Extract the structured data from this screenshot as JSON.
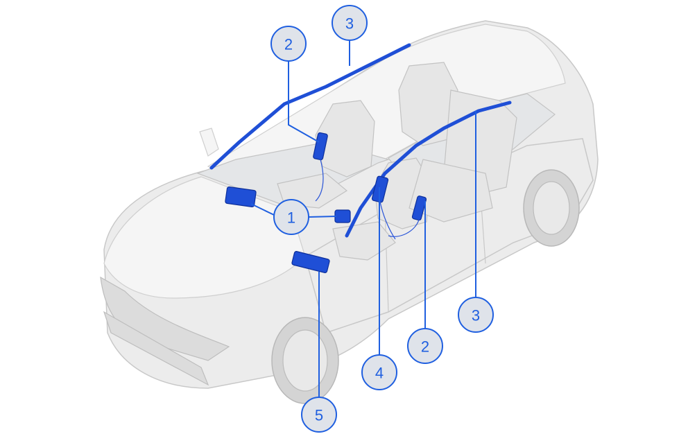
{
  "callouts": [
    {
      "id": "c1",
      "label": "1"
    },
    {
      "id": "c2a",
      "label": "2"
    },
    {
      "id": "c2b",
      "label": "2"
    },
    {
      "id": "c3a",
      "label": "3"
    },
    {
      "id": "c3b",
      "label": "3"
    },
    {
      "id": "c4",
      "label": "4"
    },
    {
      "id": "c5",
      "label": "5"
    }
  ],
  "colors": {
    "accent": "#1f5fe0",
    "airbag": "#1f4fd6",
    "callout_fill": "#dfe3ea",
    "vehicle": "#ececec"
  }
}
